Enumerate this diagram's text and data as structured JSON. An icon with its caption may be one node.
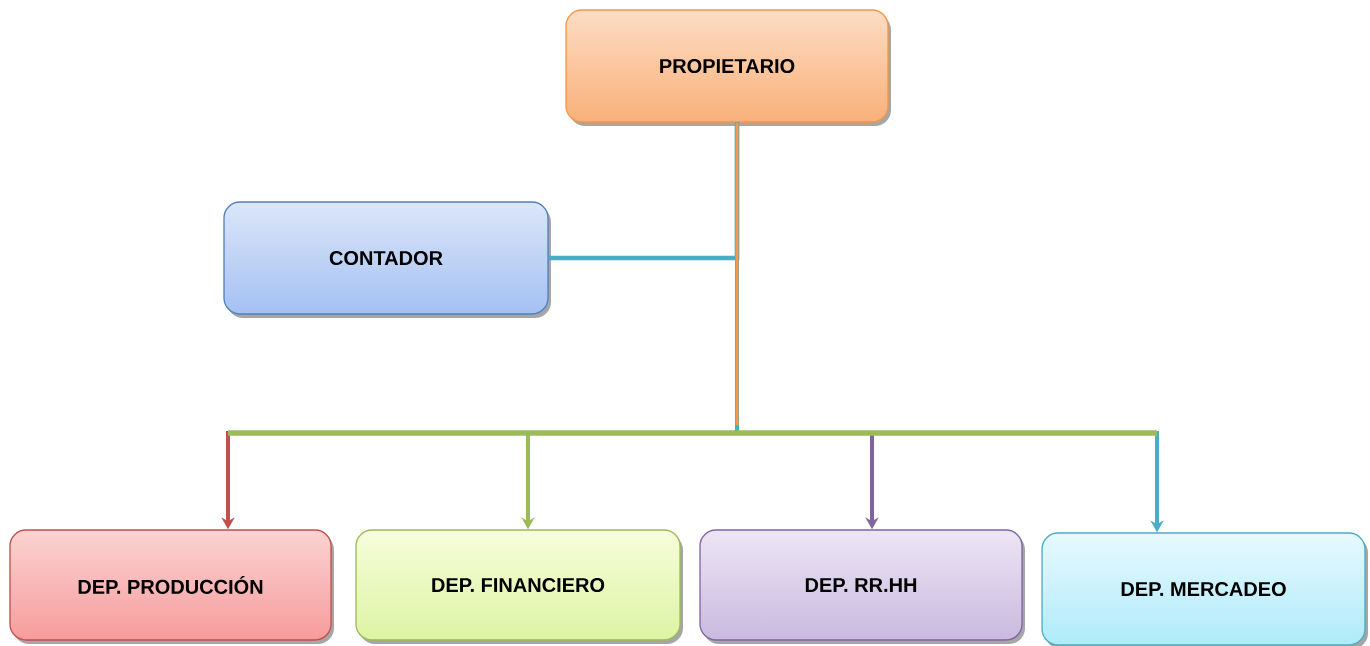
{
  "diagram": {
    "nodes": [
      {
        "text": [
          "PROPIETARIO"
        ]
      },
      {
        "text": [
          "CONTADOR"
        ]
      },
      {
        "text": [
          "DEP. PRODUCCIÓN"
        ]
      },
      {
        "text": [
          "DEP. FINANCIERO"
        ]
      },
      {
        "text": [
          "DEP. RR.HH"
        ]
      },
      {
        "text": [
          "DEP. MERCADEO"
        ]
      }
    ],
    "edges": [
      {
        "from": 0,
        "to": 1,
        "arrow": "none",
        "color": "#4bacc6"
      },
      {
        "from": 0,
        "to": 2,
        "arrow": "to",
        "color": "#c0504d"
      },
      {
        "from": 0,
        "to": 3,
        "arrow": "to",
        "color": "#9bbb59"
      },
      {
        "from": 0,
        "to": 4,
        "arrow": "to",
        "color": "#8064a2"
      },
      {
        "from": 0,
        "to": 5,
        "arrow": "to",
        "color": "#4bacc6"
      }
    ]
  }
}
